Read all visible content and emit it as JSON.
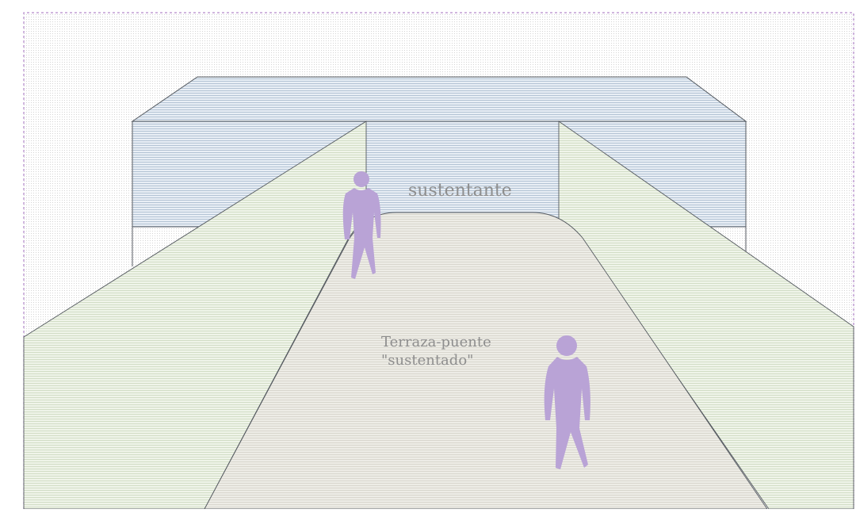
{
  "labels": {
    "upper_label": "sustentante",
    "lower_label_line1": "Terraza-puente",
    "lower_label_line2": "\"sustentado\""
  },
  "colors": {
    "background": "#ffffff",
    "dotted_field": "#dcdcdc",
    "frame_dash": "#b48acb",
    "box_fill": "#e6ecf3",
    "box_hatch": "#aebfd0",
    "box_stroke": "#555a60",
    "wall_fill": "#eef3e7",
    "wall_hatch": "#c9d6bd",
    "terrace_fill": "#ecebe4",
    "terrace_hatch": "#d2d0c6",
    "figure": "#b8a0d4",
    "label_text": "#8e8e8e"
  }
}
